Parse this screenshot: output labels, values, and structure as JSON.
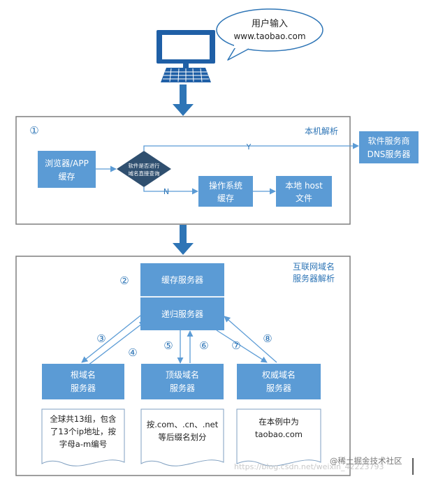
{
  "user_input": {
    "line1": "用户输入",
    "line2": "www.taobao.com"
  },
  "local_section": {
    "marker": "①",
    "title": "本机解析",
    "browser_cache": {
      "line1": "浏览器/APP",
      "line2": "缓存"
    },
    "decision": {
      "line1": "软件是否进行",
      "line2": "域名直接查询"
    },
    "yes_label": "Y",
    "no_label": "N",
    "os_cache": {
      "line1": "操作系统",
      "line2": "缓存"
    },
    "local_host": {
      "line1": "本地 host",
      "line2": "文件"
    }
  },
  "vendor_dns": {
    "line1": "软件服务商",
    "line2": "DNS服务器"
  },
  "internet_section": {
    "title": {
      "line1": "互联网域名",
      "line2": "服务器解析"
    },
    "marker": "②",
    "cache_server": "缓存服务器",
    "recursive_server": "递归服务器",
    "step3": "③",
    "step4": "④",
    "step5": "⑤",
    "step6": "⑥",
    "step7": "⑦",
    "step8": "⑧",
    "root_server": {
      "line1": "根域名",
      "line2": "服务器"
    },
    "tld_server": {
      "line1": "顶级域名",
      "line2": "服务器"
    },
    "auth_server": {
      "line1": "权威域名",
      "line2": "服务器"
    },
    "root_note": {
      "line1": "全球共13组，包含",
      "line2": "了13个ip地址，按",
      "line3": "字母a-m编号"
    },
    "tld_note": {
      "line1": "按.com、.cn、.net",
      "line2": "等后缀名划分"
    },
    "auth_note": {
      "line1": "在本例中为",
      "line2": "taobao.com"
    }
  },
  "watermark": {
    "url": "https://blog.csdn.net/weixin_42223793",
    "brand": "@稀土掘金技术社区"
  },
  "colors": {
    "box_fill": "#5b9bd5",
    "arrow": "#2e75b6",
    "border": "#7f7f7f",
    "monitor": "#1f5fa6",
    "frame_text": "#2e75b6"
  }
}
